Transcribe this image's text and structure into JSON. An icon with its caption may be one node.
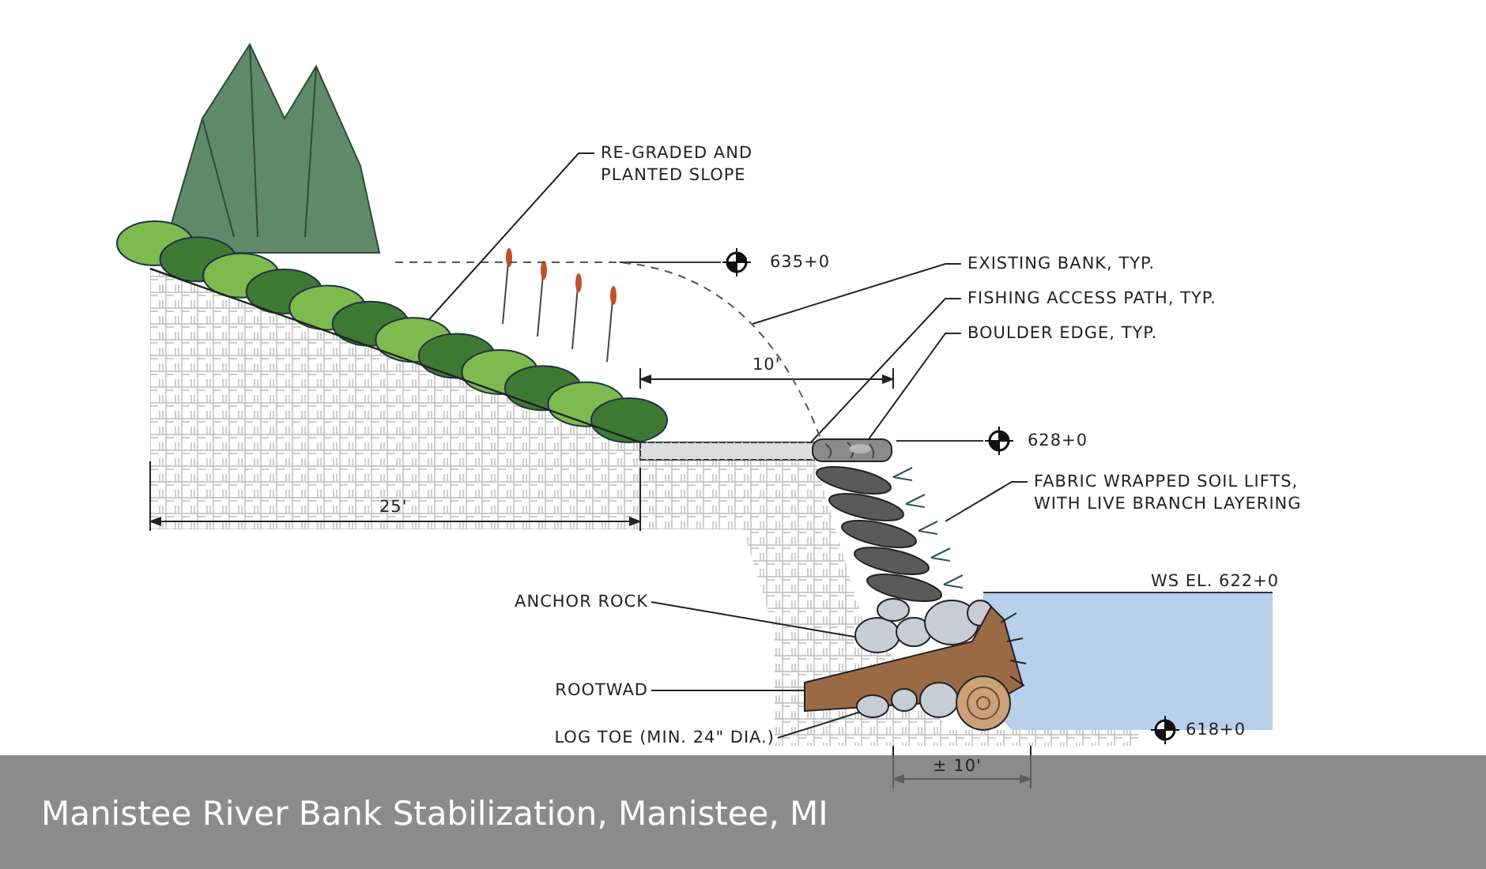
{
  "diagram": {
    "caption": "Manistee River Bank Stabilization, Manistee, MI",
    "nodes": [
      {
        "text": [
          "RE-GRADED AND PLANTED SLOPE"
        ]
      },
      {
        "text": [],
        "shape": "picture"
      },
      {
        "text": [
          "EXISTING BANK, TYP."
        ]
      },
      {
        "text": [],
        "shape": "line"
      },
      {
        "text": [
          "FISHING ACCESS PATH, TYP."
        ]
      },
      {
        "text": [],
        "shape": "bar"
      },
      {
        "text": [
          "BOULDER EDGE, TYP."
        ]
      },
      {
        "text": [],
        "shape": "picture"
      },
      {
        "text": [
          "FABRIC WRAPPED SOIL LIFTS, WITH LIVE BRANCH LAYERING"
        ]
      },
      {
        "text": [],
        "shape": "picture"
      },
      {
        "text": [
          "ANCHOR ROCK"
        ]
      },
      {
        "text": [],
        "shape": "picture"
      },
      {
        "text": [
          "ROOTWAD"
        ]
      },
      {
        "text": [],
        "shape": "picture"
      },
      {
        "text": [
          "LOG TOE (MIN. 24\" DIA.)"
        ]
      },
      {
        "text": [],
        "shape": "picture"
      }
    ],
    "edges": [
      {
        "from": 0,
        "to": 1,
        "arrow": "none"
      },
      {
        "from": 2,
        "to": 3,
        "arrow": "none"
      },
      {
        "from": 4,
        "to": 5,
        "arrow": "none"
      },
      {
        "from": 6,
        "to": 7,
        "arrow": "none"
      },
      {
        "from": 8,
        "to": 9,
        "arrow": "none"
      },
      {
        "from": 10,
        "to": 11,
        "arrow": "none"
      },
      {
        "from": 12,
        "to": 13,
        "arrow": "to"
      },
      {
        "from": 14,
        "to": 15,
        "arrow": "none"
      }
    ],
    "labels": [
      "635+0",
      "10'",
      "628+0",
      "25'",
      "WS EL. 622+0",
      "618+0",
      "± 10'"
    ]
  }
}
